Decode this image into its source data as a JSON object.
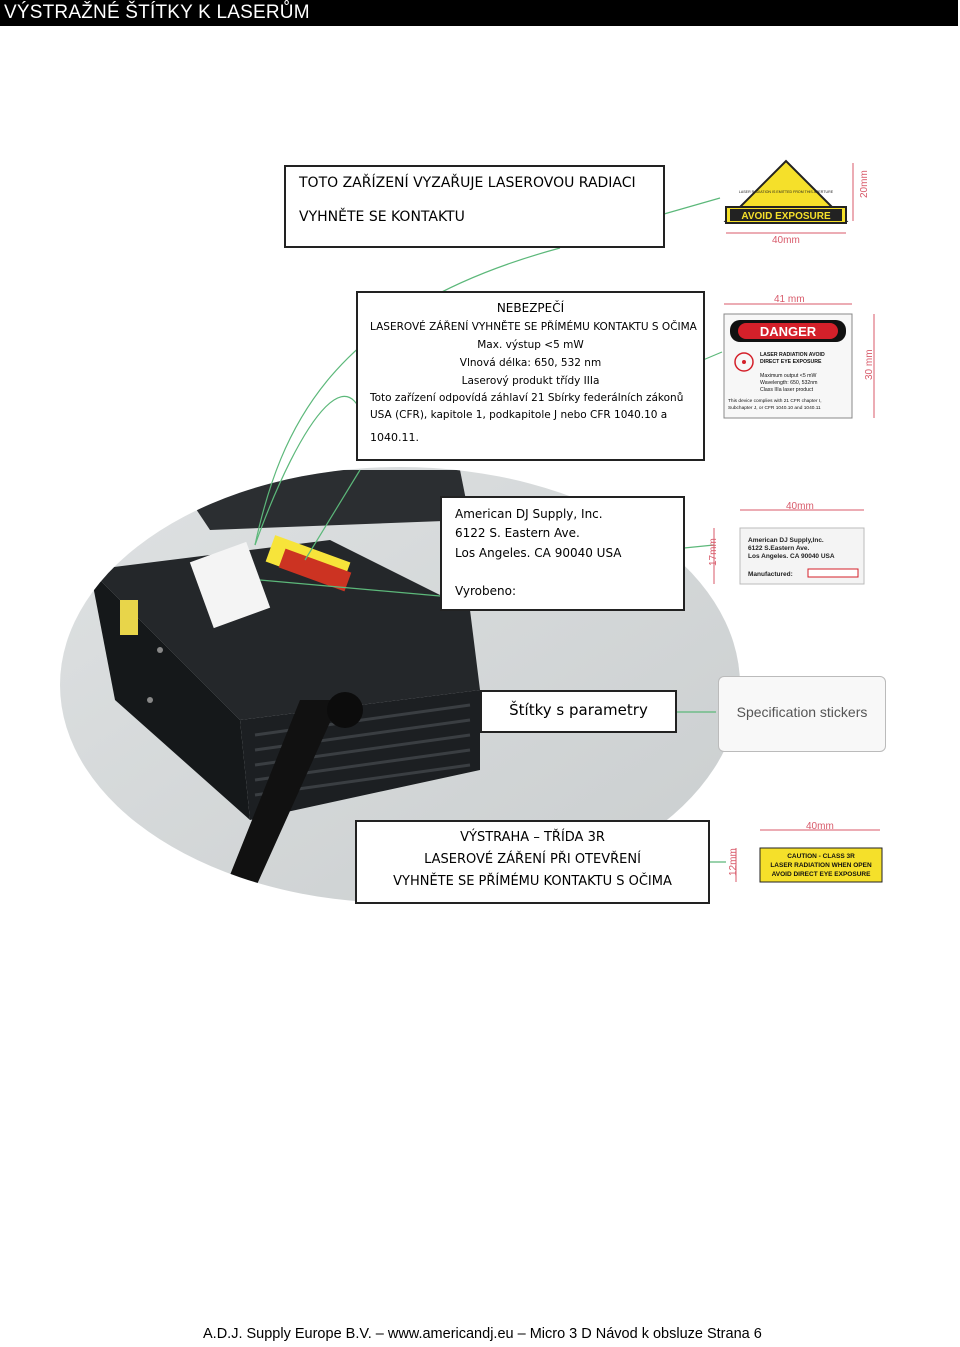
{
  "header": {
    "title": "VÝSTRAŽNÉ ŠTÍTKY K LASERŮM"
  },
  "box_radiation": {
    "line1": "TOTO ZAŘÍZENÍ VYZAŘUJE LASEROVOU RADIACI",
    "line2": "VYHNĚTE SE KONTAKTU"
  },
  "box_danger": {
    "title": "NEBEZPEČÍ",
    "l1": "LASEROVÉ ZÁŘENÍ VYHNĚTE SE PŘÍMÉMU KONTAKTU S OČIMA",
    "l2": "Max. výstup <5 mW",
    "l3": "Vlnová délka: 650, 532 nm",
    "l4": "Laserový produkt třídy IIIa",
    "l5": "Toto zařízení odpovídá záhlaví 21 Sbírky federálních zákonů",
    "l6": "USA (CFR), kapitole 1, podkapitole J nebo CFR 1040.10 a",
    "l7": "1040.11."
  },
  "box_address": {
    "l1": "American DJ Supply, Inc.",
    "l2": "6122 S. Eastern Ave.",
    "l3": "Los Angeles. CA 90040 USA",
    "l4": "Vyrobeno:"
  },
  "box_spec": {
    "label": "Štítky s parametry"
  },
  "box_warning": {
    "l1": "VÝSTRAHA – TŘÍDA 3R",
    "l2": "LASEROVÉ ZÁŘENÍ PŘI OTEVŘENÍ",
    "l3": "VYHNĚTE SE PŘÍMÉMU KONTAKTU S OČIMA"
  },
  "stickers": {
    "avoid": {
      "small": "LASER RADIATION IS EMITTED FROM THIS APERTURE",
      "main": "AVOID EXPOSURE",
      "w": "40mm",
      "h": "20mm"
    },
    "danger": {
      "title": "DANGER",
      "t1": "LASER RADIATION AVOID",
      "t2": "DIRECT EYE EXPOSURE",
      "t3": "Maximum output <5 mW",
      "t4": "Wavelength: 650, 532nm",
      "t5": "Class IIIa laser product",
      "t6": "This device complies with 21 CFR chapter I,",
      "t7": "Subchapter J, or CFR 1040.10 and 1040.11",
      "w": "41 mm",
      "h": "30 mm"
    },
    "adj": {
      "l1": "American DJ Supply,Inc.",
      "l2": "6122 S.Eastern Ave.",
      "l3": "Los Angeles. CA 90040 USA",
      "l4": "Manufactured:",
      "w": "40mm",
      "h": "17mm"
    },
    "spec": {
      "label": "Specification stickers"
    },
    "caution": {
      "l1": "CAUTION - CLASS 3R",
      "l2": "LASER RADIATION WHEN OPEN",
      "l3": "AVOID DIRECT EYE EXPOSURE",
      "w": "40mm",
      "h": "12mm"
    }
  },
  "footer": {
    "text": "A.D.J. Supply Europe B.V. – www.americandj.eu – Micro 3 D  Návod k obsluze Strana 6"
  }
}
